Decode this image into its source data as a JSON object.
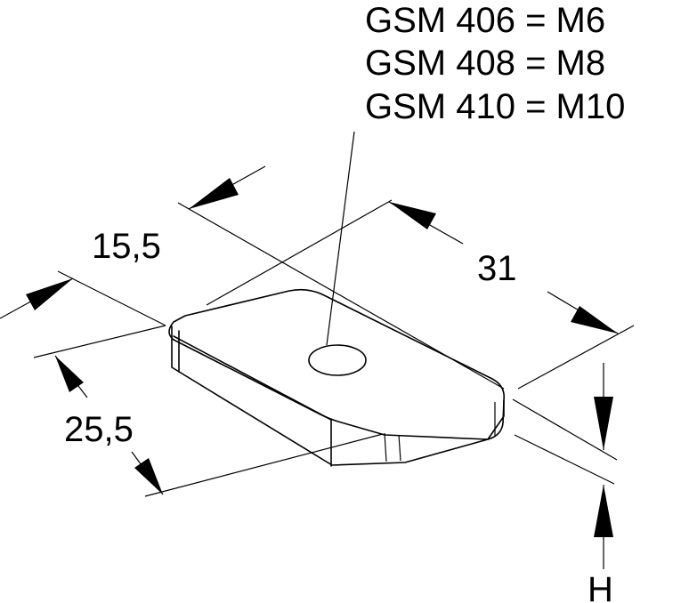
{
  "labels": {
    "model_line_1": "GSM 406 = M6",
    "model_line_2": "GSM 408 = M8",
    "model_line_3": "GSM 410 = M10"
  },
  "dimensions": {
    "length": "31",
    "width_top": "15,5",
    "width_side": "25,5",
    "height": "H"
  },
  "colors": {
    "line": "#000000",
    "background": "#ffffff"
  }
}
